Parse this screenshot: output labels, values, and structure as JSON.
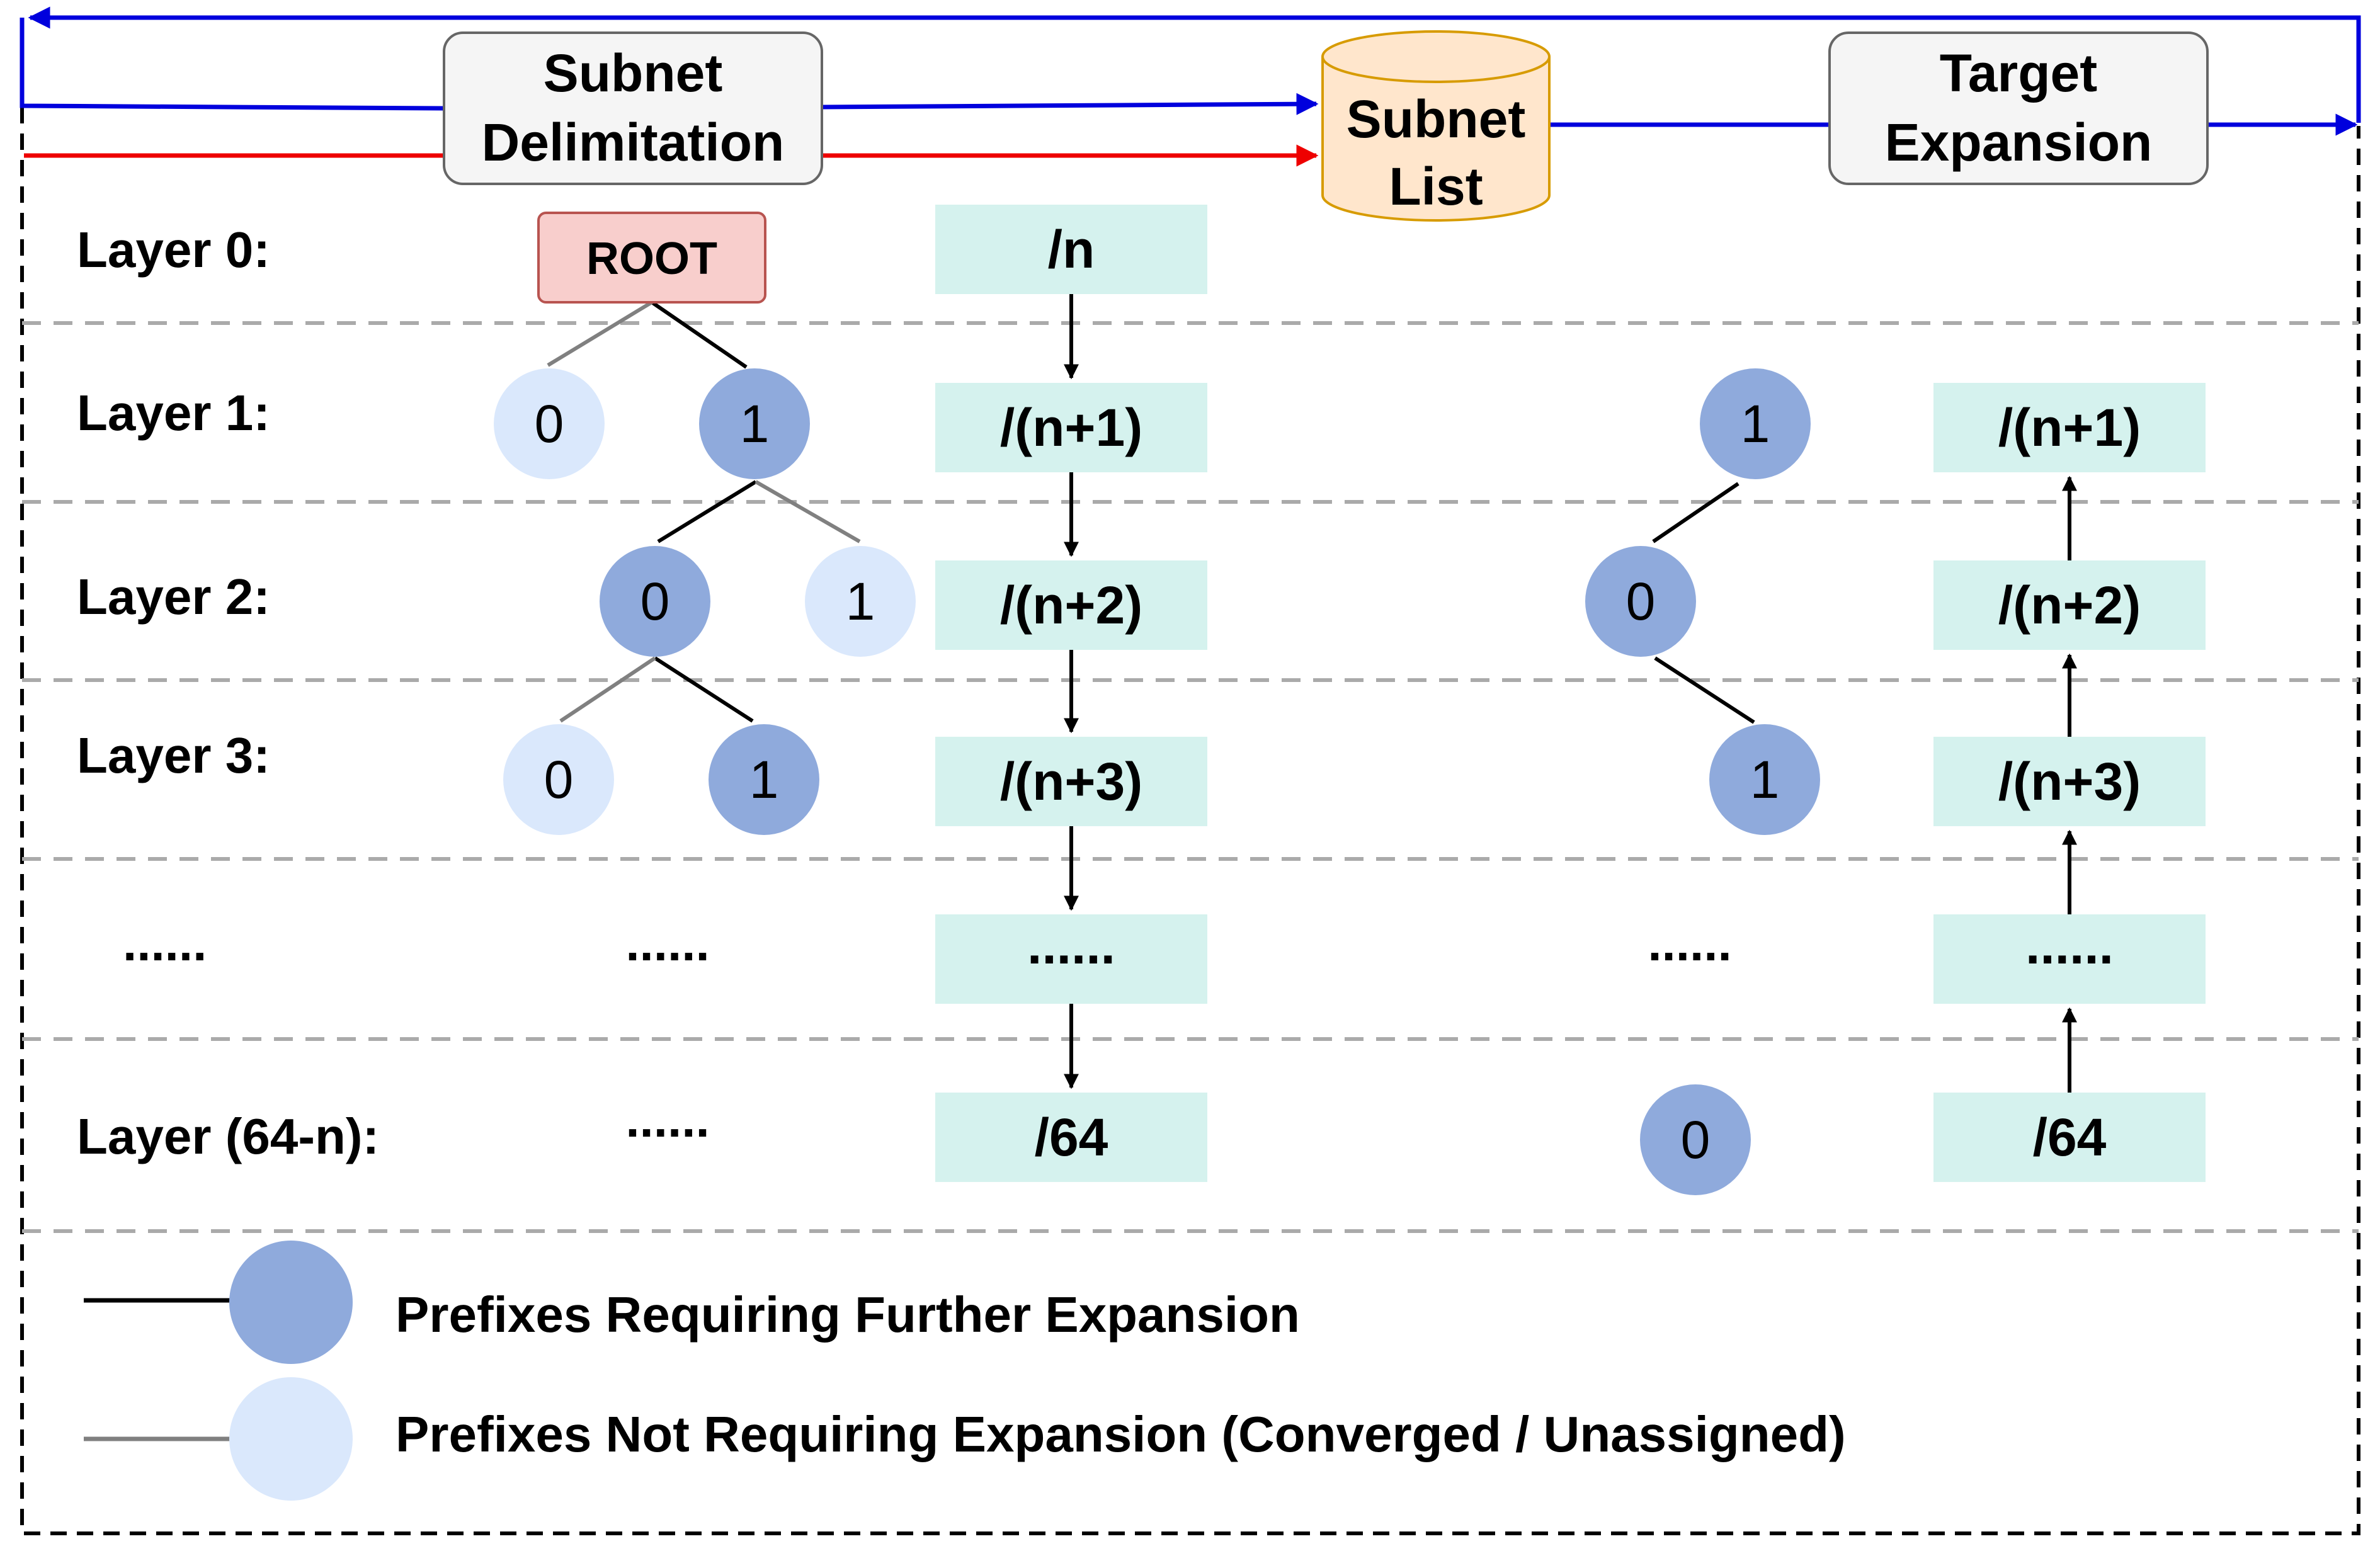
{
  "boxes": {
    "subnet_delimitation": [
      "Subnet",
      "Delimitation"
    ],
    "subnet_list": [
      "Subnet",
      "List"
    ],
    "target_expansion": [
      "Target",
      "Expansion"
    ]
  },
  "layers": [
    "Layer 0:",
    "Layer 1:",
    "Layer 2:",
    "Layer 3:",
    "......",
    "Layer (64-n):"
  ],
  "root_label": "ROOT",
  "prefix_column_left": [
    "/n",
    "/(n+1)",
    "/(n+2)",
    "/(n+3)",
    "......",
    "/64"
  ],
  "prefix_column_right": [
    "/(n+1)",
    "/(n+2)",
    "/(n+3)",
    "......",
    "/64"
  ],
  "tree_left": {
    "layer1": [
      "0",
      "1"
    ],
    "layer2": [
      "0",
      "1"
    ],
    "layer3": [
      "0",
      "1"
    ],
    "ellipsis_mid": "......",
    "ellipsis_last": "......"
  },
  "tree_right": {
    "layer1": "1",
    "layer2": "0",
    "layer3": "1",
    "ellipsis": "......",
    "last": "0"
  },
  "legend": {
    "expand": "Prefixes Requiring Further Expansion",
    "converged": "Prefixes Not Requiring Expansion (Converged / Unassigned)"
  },
  "colors": {
    "node_dark": "#8FAADC",
    "node_light": "#DAE8FC",
    "prefix_box": "#D5F2EE",
    "root_fill": "#F8CECC",
    "root_stroke": "#B85450",
    "list_fill": "#FFE6CC",
    "list_stroke": "#D79B00",
    "box_fill": "#F5F5F5",
    "arrow_blue": "#0000DD",
    "arrow_red": "#EE0000"
  }
}
